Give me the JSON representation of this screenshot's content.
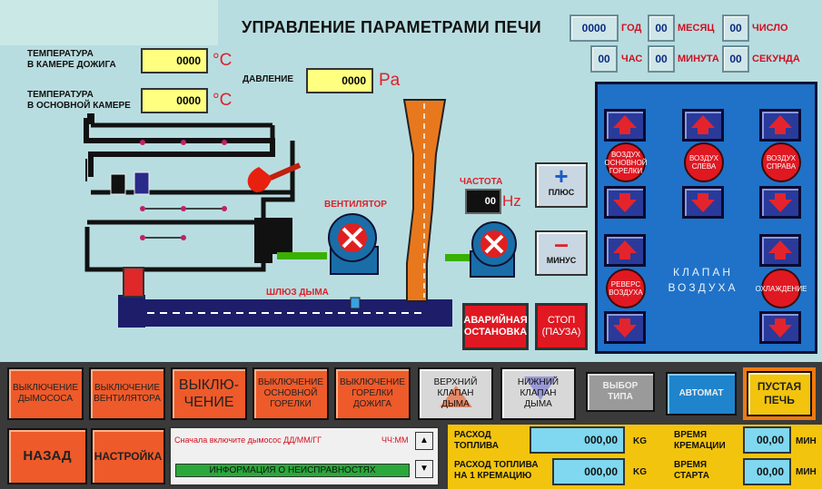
{
  "title": "УПРАВЛЕНИЕ ПАРАМЕТРАМИ ПЕЧИ",
  "date": {
    "year": {
      "value": "0000",
      "label": "ГОД"
    },
    "month": {
      "value": "00",
      "label": "МЕСЯЦ"
    },
    "day": {
      "value": "00",
      "label": "ЧИСЛО"
    },
    "hour": {
      "value": "00",
      "label": "ЧАС"
    },
    "minute": {
      "value": "00",
      "label": "МИНУТА"
    },
    "second": {
      "value": "00",
      "label": "СЕКУНДА"
    }
  },
  "sensors": {
    "afterburner_temp": {
      "label_1": "ТЕМПЕРАТУРА",
      "label_2": "В КАМЕРЕ ДОЖИГА",
      "value": "0000",
      "unit": "°C"
    },
    "main_temp": {
      "label_1": "ТЕМПЕРАТУРА",
      "label_2": "В ОСНОВНОЙ КАМЕРЕ",
      "value": "0000",
      "unit": "°C"
    },
    "pressure": {
      "label": "ДАВЛЕНИЕ",
      "value": "0000",
      "unit": "Pa"
    },
    "frequency": {
      "label": "ЧАСТОТА",
      "value": "00",
      "unit": "Hz"
    }
  },
  "diagram": {
    "fan_label": "ВЕНТИЛЯТОР",
    "smoke_gate_label": "ШЛЮЗ ДЫМА"
  },
  "controls": {
    "plus": "ПЛЮС",
    "minus": "МИНУС",
    "emergency_1": "АВАРИЙНАЯ",
    "emergency_2": "ОСТАНОВКА",
    "stop_1": "СТОП",
    "stop_2": "(ПАУЗА)"
  },
  "air_valve": {
    "title_1": "КЛАПАН",
    "title_2": "ВОЗДУХА",
    "main_burner_air_1": "ВОЗДУХ",
    "main_burner_air_2": "ОСНОВНОЙ",
    "main_burner_air_3": "ГОРЕЛКИ",
    "left_air_1": "ВОЗДУХ",
    "left_air_2": "СЛЕВА",
    "right_air_1": "ВОЗДУХ",
    "right_air_2": "СПРАВА",
    "reverse_air_1": "РЕВЕРС",
    "reverse_air_2": "ВОЗДУХА",
    "cooling": "ОХЛАЖДЕНИЕ"
  },
  "bottom_buttons": {
    "exhaust_off_1": "ВЫКЛЮЧЕНИЕ",
    "exhaust_off_2": "ДЫМОСОСА",
    "fan_off_1": "ВЫКЛЮЧЕНИЕ",
    "fan_off_2": "ВЕНТИЛЯТОРА",
    "off_1": "ВЫКЛЮ-",
    "off_2": "ЧЕНИЕ",
    "main_burner_off_1": "ВЫКЛЮЧЕНИЕ",
    "main_burner_off_2": "ОСНОВНОЙ",
    "main_burner_off_3": "ГОРЕЛКИ",
    "afterburner_off_1": "ВЫКЛЮЧЕНИЕ",
    "afterburner_off_2": "ГОРЕЛКИ",
    "afterburner_off_3": "ДОЖИГА",
    "upper_damper_1": "ВЕРХНИЙ",
    "upper_damper_2": "КЛАПАН",
    "upper_damper_3": "ДЫМА",
    "lower_damper_1": "НИЖНИЙ",
    "lower_damper_2": "КЛАПАН",
    "lower_damper_3": "ДЫМА",
    "select_type_1": "ВЫБОР",
    "select_type_2": "ТИПА",
    "auto": "АВТОМАТ",
    "empty_oven_1": "ПУСТАЯ",
    "empty_oven_2": "ПЕЧЬ",
    "back": "НАЗАД",
    "settings": "НАСТРОЙКА"
  },
  "info": {
    "message": "Сначала включите дымосос ДД/ММ/ГГ",
    "time_format": "ЧЧ:ММ",
    "fault_info": "ИНФОРМАЦИЯ О НЕИСПРАВНОСТЯХ"
  },
  "fuel": {
    "consumption_1": "РАСХОД",
    "consumption_2": "ТОПЛИВА",
    "consumption_value": "000,00",
    "consumption_unit": "KG",
    "per_cremation_1": "РАСХОД ТОПЛИВА",
    "per_cremation_2": "НА 1 КРЕМАЦИЮ",
    "per_cremation_value": "000,00",
    "per_cremation_unit": "KG",
    "cremation_time_1": "ВРЕМЯ",
    "cremation_time_2": "КРЕМАЦИИ",
    "cremation_time_value": "00,00",
    "cremation_time_unit": "МИН",
    "start_time_1": "ВРЕМЯ",
    "start_time_2": "СТАРТА",
    "start_time_value": "00,00",
    "start_time_unit": "МИН"
  },
  "colors": {
    "background": "#b8dde0",
    "panel_blue": "#1f72c8",
    "accent_red": "#e01822",
    "button_orange": "#ee5a2a",
    "display_yellow": "#ffff80",
    "fuel_panel": "#f2c40e"
  }
}
